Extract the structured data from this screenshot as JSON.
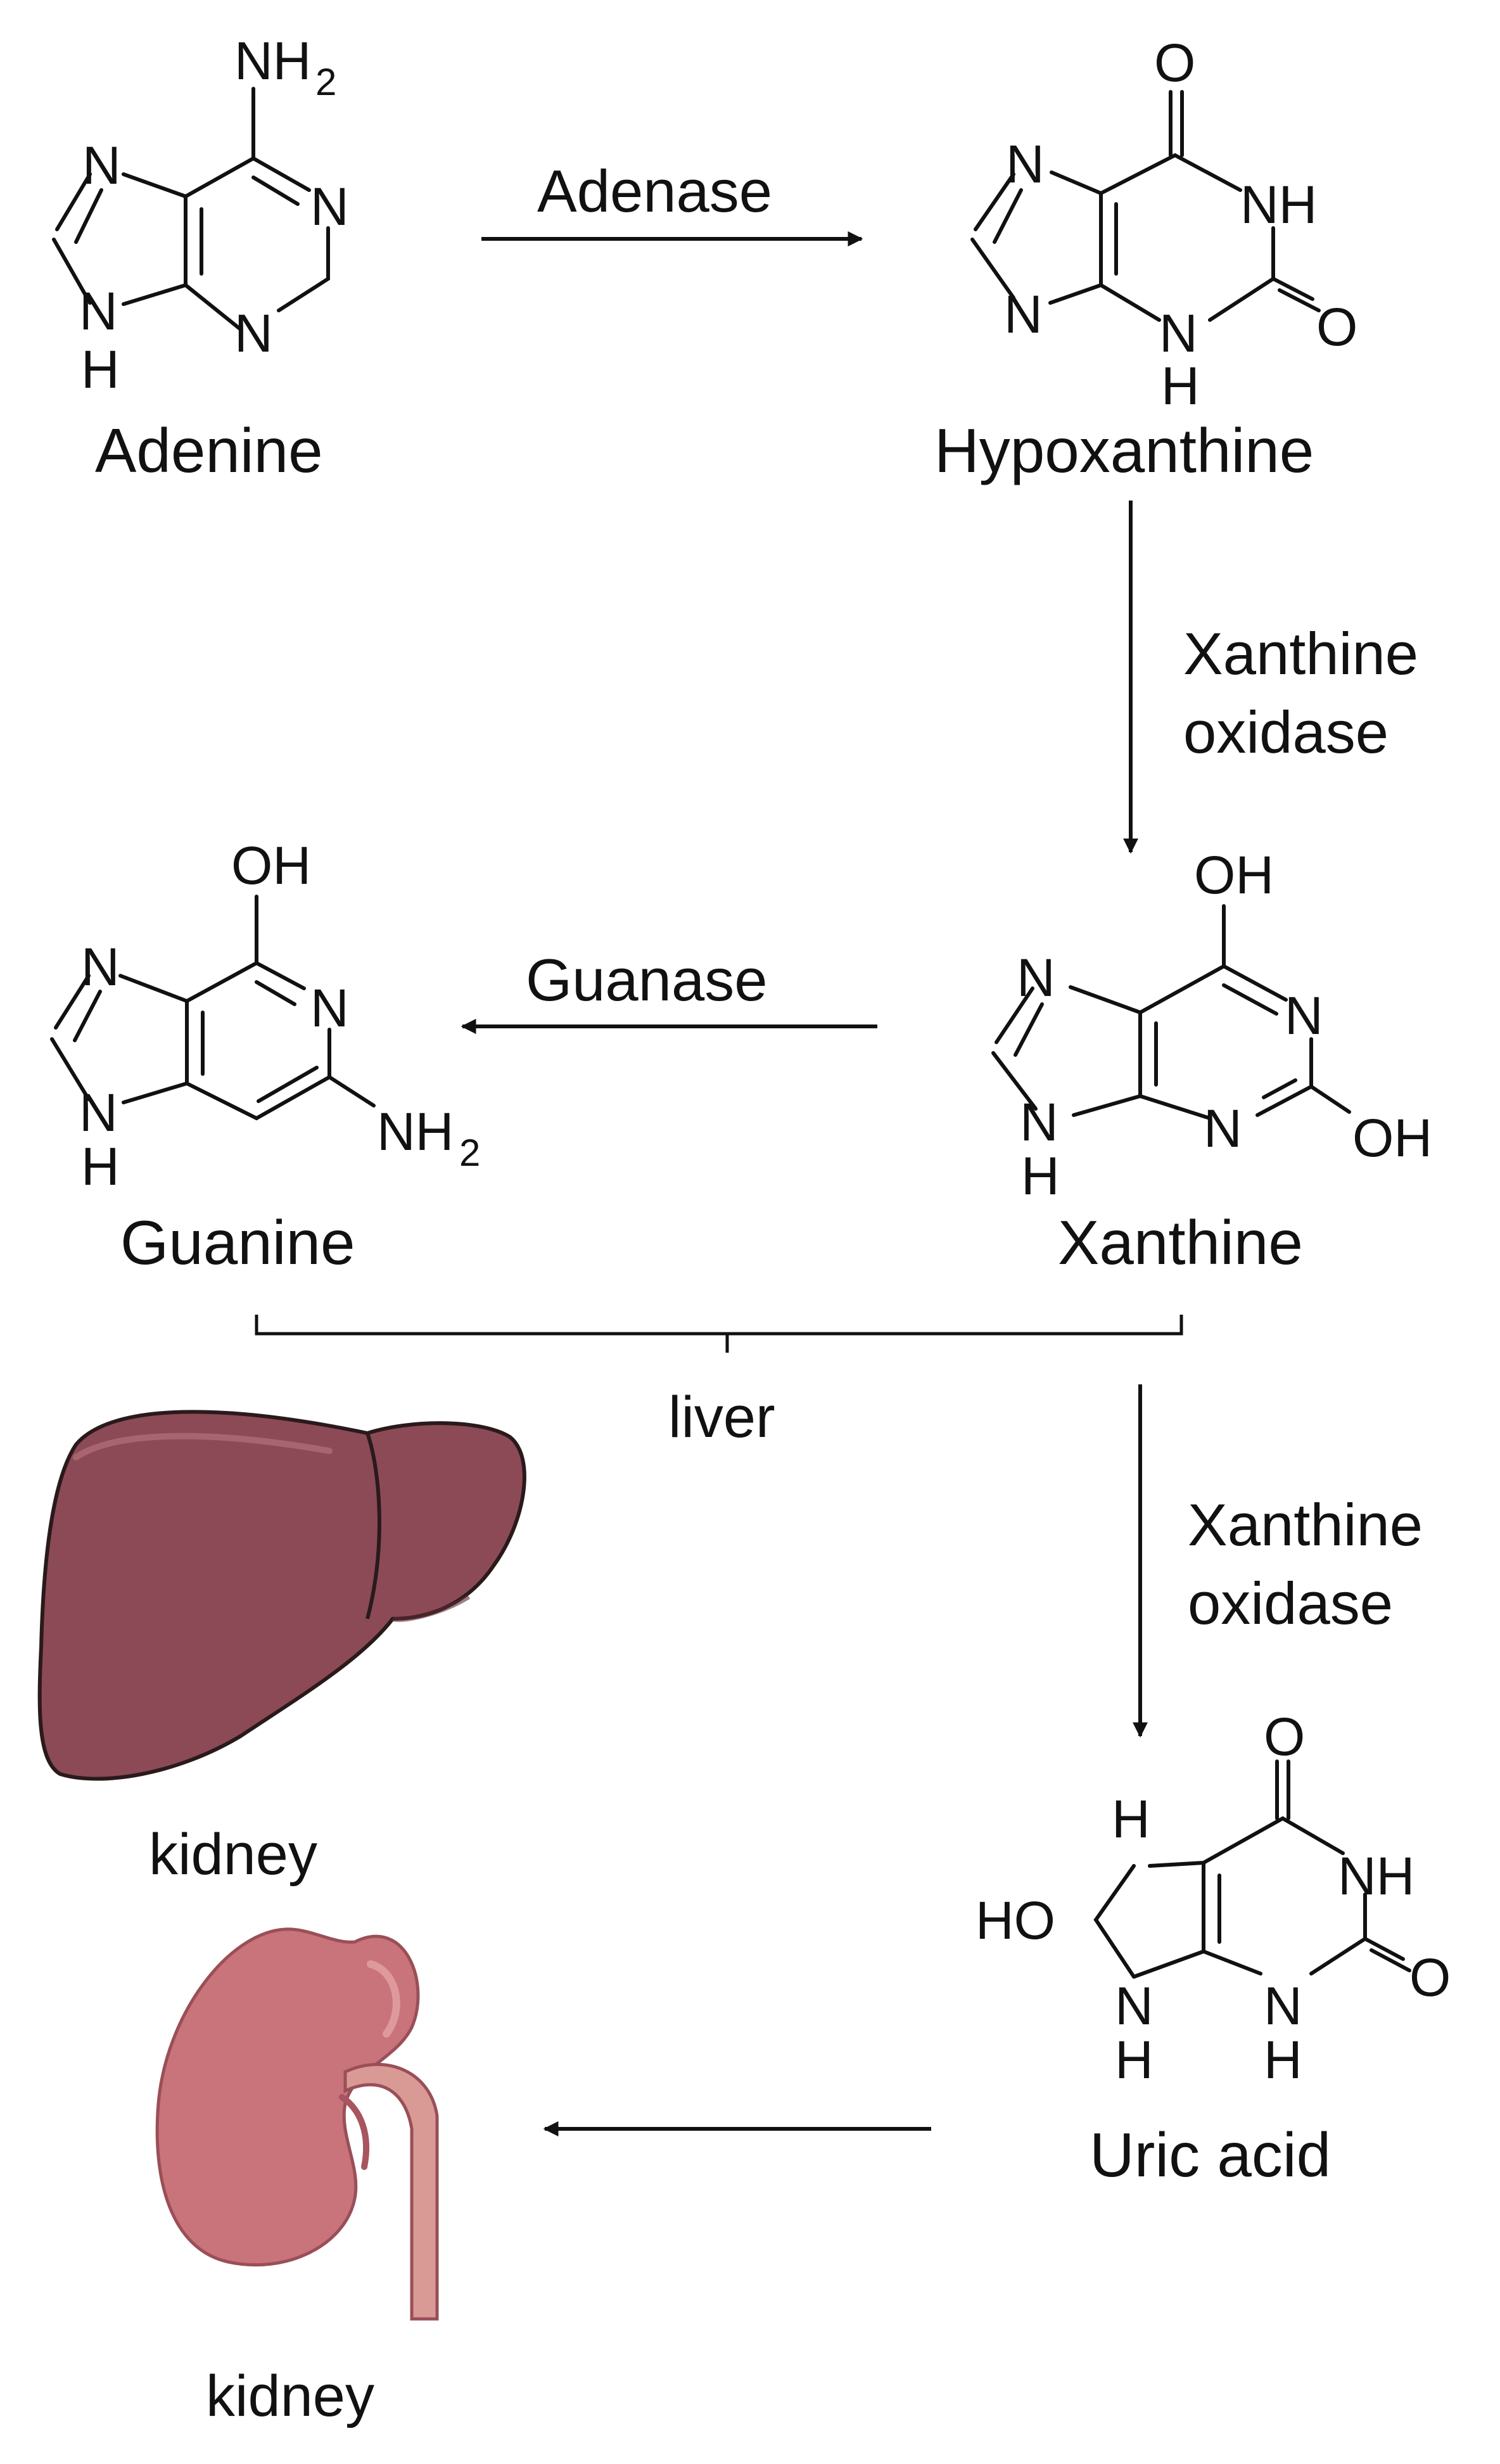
{
  "compounds": {
    "adenine": "Adenine",
    "hypoxanthine": "Hypoxanthine",
    "xanthine": "Xanthine",
    "guanine": "Guanine",
    "uric_acid": "Uric acid"
  },
  "enzymes": {
    "adenase": "Adenase",
    "xanthine_oxidase_1": "Xanthine oxidase",
    "guanase": "Guanase",
    "xanthine_oxidase_2": "Xanthine oxidase"
  },
  "organs": {
    "liver_label": "liver",
    "kidney_label_1": "kidney",
    "kidney_label_2": "kidney"
  },
  "atoms": {
    "n": "N",
    "h": "H",
    "o": "O",
    "nh": "NH",
    "oh": "OH",
    "ho": "HO",
    "nh2": "NH",
    "sub2": "2"
  },
  "colors": {
    "liver_fill": "#8c4a56",
    "liver_outline": "#2a1a1c",
    "kidney_fill": "#c9737a",
    "kidney_dark": "#a85560",
    "ureter": "#d99a96"
  }
}
